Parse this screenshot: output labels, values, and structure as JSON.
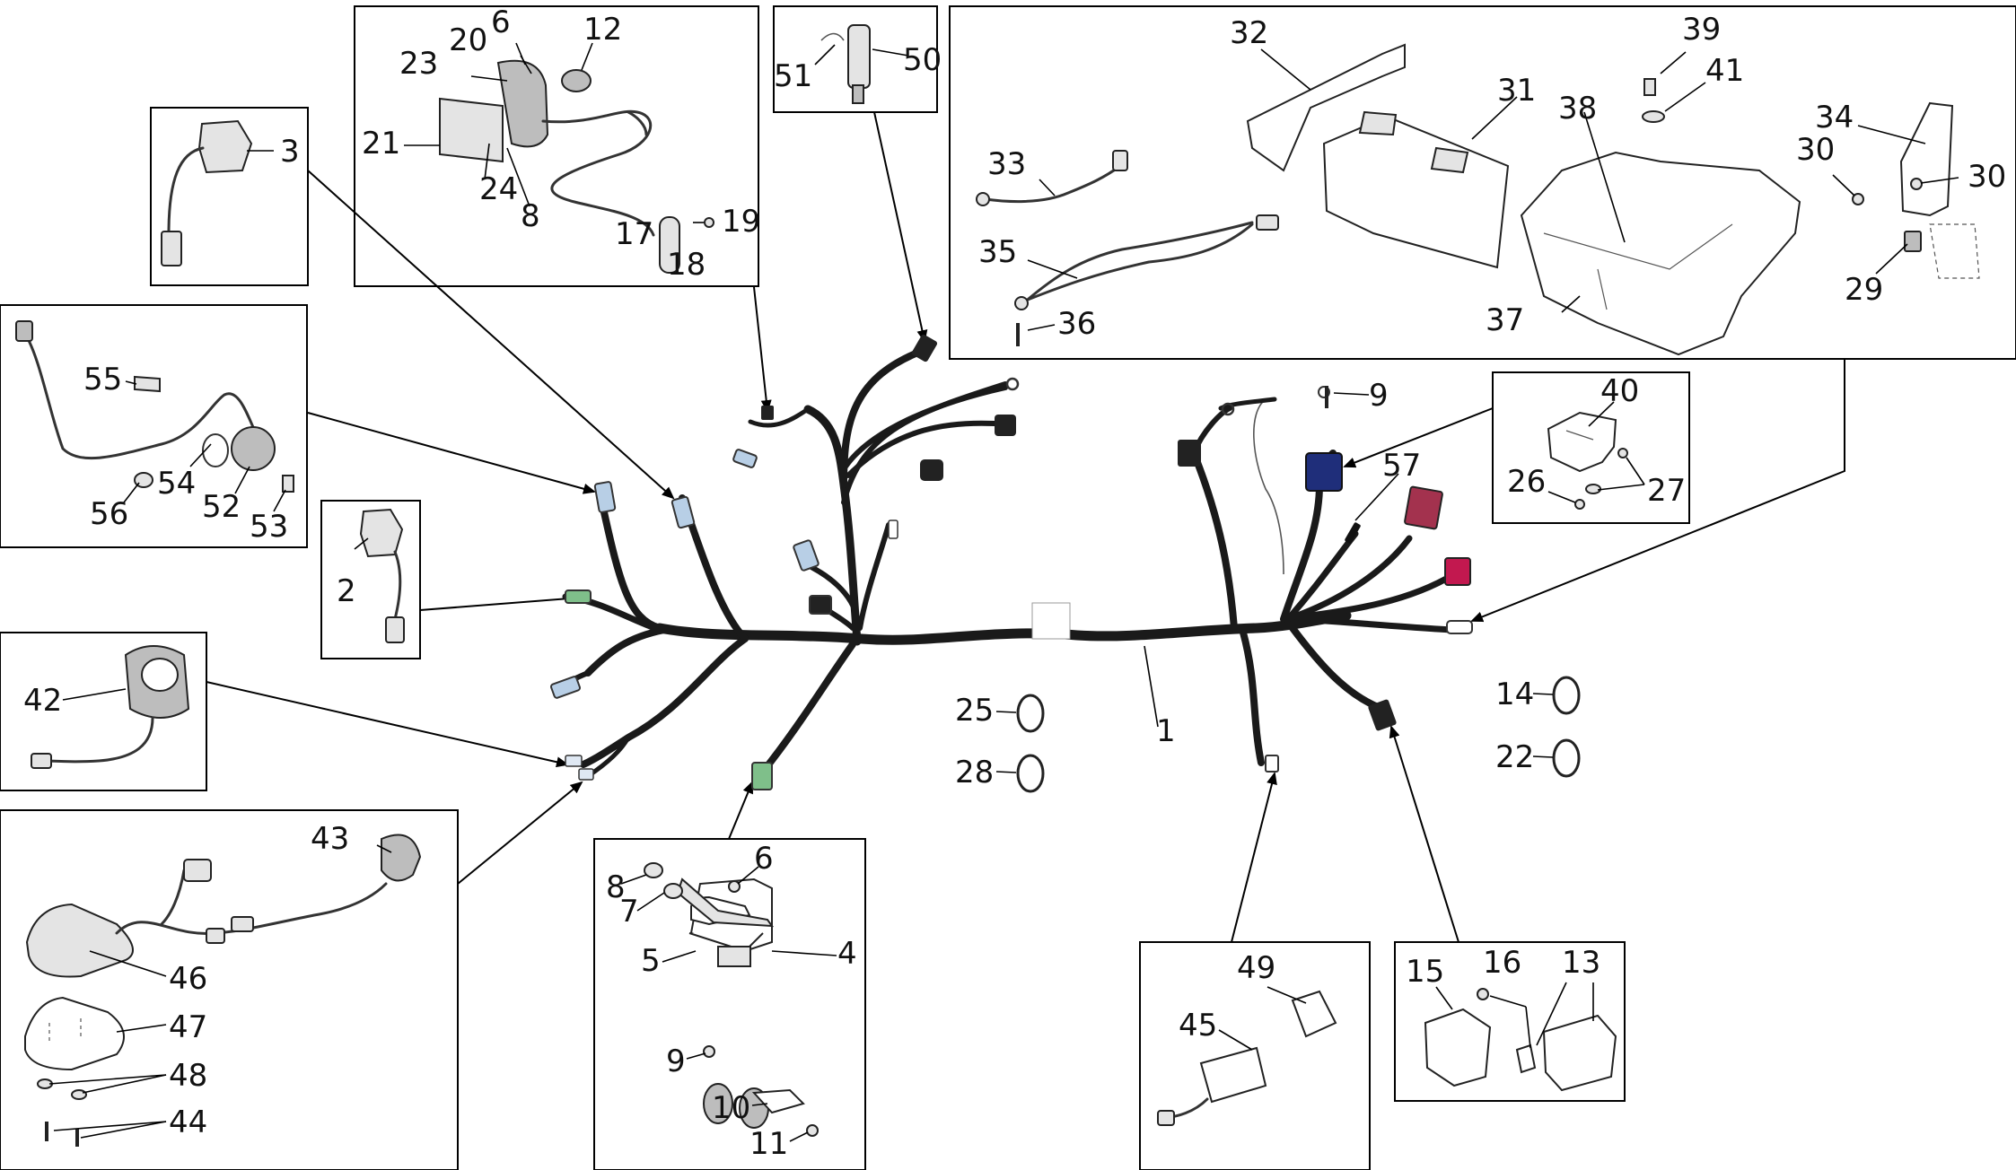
{
  "labels": {
    "l1": "1",
    "l2": "2",
    "l3": "3",
    "l4": "4",
    "l5": "5",
    "l6a": "6",
    "l6b": "6",
    "l7": "7",
    "l8a": "8",
    "l8b": "8",
    "l9a": "9",
    "l9b": "9",
    "l10": "10",
    "l11": "11",
    "l12": "12",
    "l13": "13",
    "l14": "14",
    "l15": "15",
    "l16": "16",
    "l17": "17",
    "l18": "18",
    "l19": "19",
    "l20": "20",
    "l21": "21",
    "l22": "22",
    "l23": "23",
    "l24": "24",
    "l25": "25",
    "l26": "26",
    "l27": "27",
    "l28": "28",
    "l29": "29",
    "l30a": "30",
    "l30b": "30",
    "l31": "31",
    "l32": "32",
    "l33": "33",
    "l34": "34",
    "l35": "35",
    "l36": "36",
    "l37": "37",
    "l38": "38",
    "l39": "39",
    "l40": "40",
    "l41": "41",
    "l42": "42",
    "l43": "43",
    "l44": "44",
    "l45": "45",
    "l46": "46",
    "l47": "47",
    "l48": "48",
    "l49": "49",
    "l50": "50",
    "l51": "51",
    "l52": "52",
    "l53": "53",
    "l54": "54",
    "l55": "55",
    "l56": "56",
    "l57": "57"
  },
  "colors": {
    "harness": "#1a1a1a",
    "connector_green": "#7fbf8a",
    "connector_blue": "#b8cfe6",
    "connector_red": "#c2184f",
    "connector_navy": "#1f2e7a"
  }
}
